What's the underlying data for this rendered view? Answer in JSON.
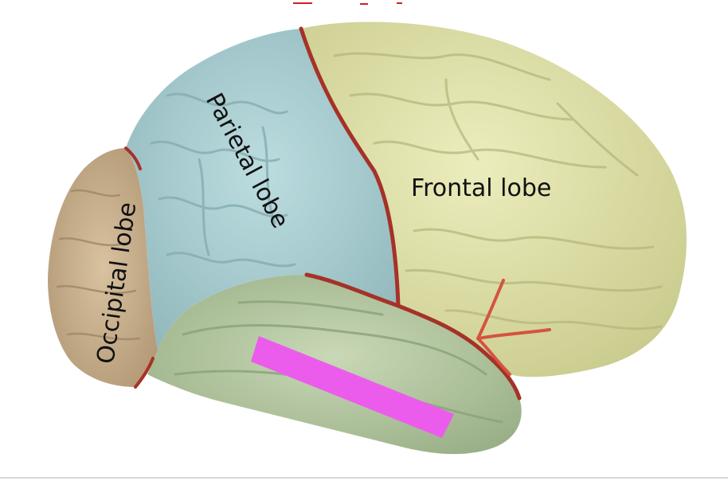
{
  "labels": {
    "frontal": "Frontal lobe",
    "parietal": "Parietal lobe",
    "occipital": "Occipital lobe"
  },
  "colors": {
    "frontal": "#dfe0a6",
    "parietal": "#a9ccd0",
    "occipital": "#c7ae8a",
    "temporal": "#b6c8a2",
    "sulcus": "#a53228",
    "highlight": "#ec5cec"
  }
}
